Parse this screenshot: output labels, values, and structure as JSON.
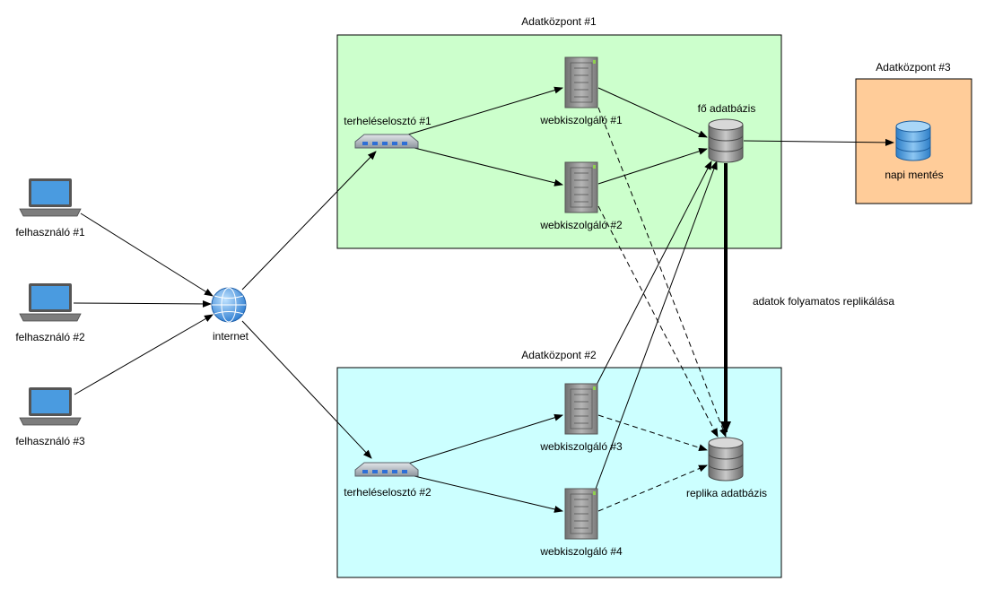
{
  "zones": {
    "dc1": {
      "title": "Adatközpont #1",
      "fill": "#ccffcc"
    },
    "dc2": {
      "title": "Adatközpont #2",
      "fill": "#ccffff"
    },
    "dc3": {
      "title": "Adatközpont #3",
      "fill": "#ffcc99"
    }
  },
  "nodes": {
    "user1": {
      "label": "felhasználó #1"
    },
    "user2": {
      "label": "felhasználó #2"
    },
    "user3": {
      "label": "felhasználó #3"
    },
    "internet": {
      "label": "internet"
    },
    "lb1": {
      "label": "terheléselosztó #1"
    },
    "lb2": {
      "label": "terheléselosztó #2"
    },
    "ws1": {
      "label": "webkiszolgáló #1"
    },
    "ws2": {
      "label": "webkiszolgáló #2"
    },
    "ws3": {
      "label": "webkiszolgáló #3"
    },
    "ws4": {
      "label": "webkiszolgáló #4"
    },
    "main_db": {
      "label": "fő adatbázis"
    },
    "replica_db": {
      "label": "replika adatbázis"
    },
    "backup": {
      "label": "napi mentés"
    }
  },
  "replication_label": "adatok folyamatos replikálása",
  "colors": {
    "line": "#000000",
    "laptop_screen": "#4a9be0",
    "globe": "#3a8fd8",
    "db_blue": "#5aa7e6",
    "server": "#8a8a8a"
  }
}
